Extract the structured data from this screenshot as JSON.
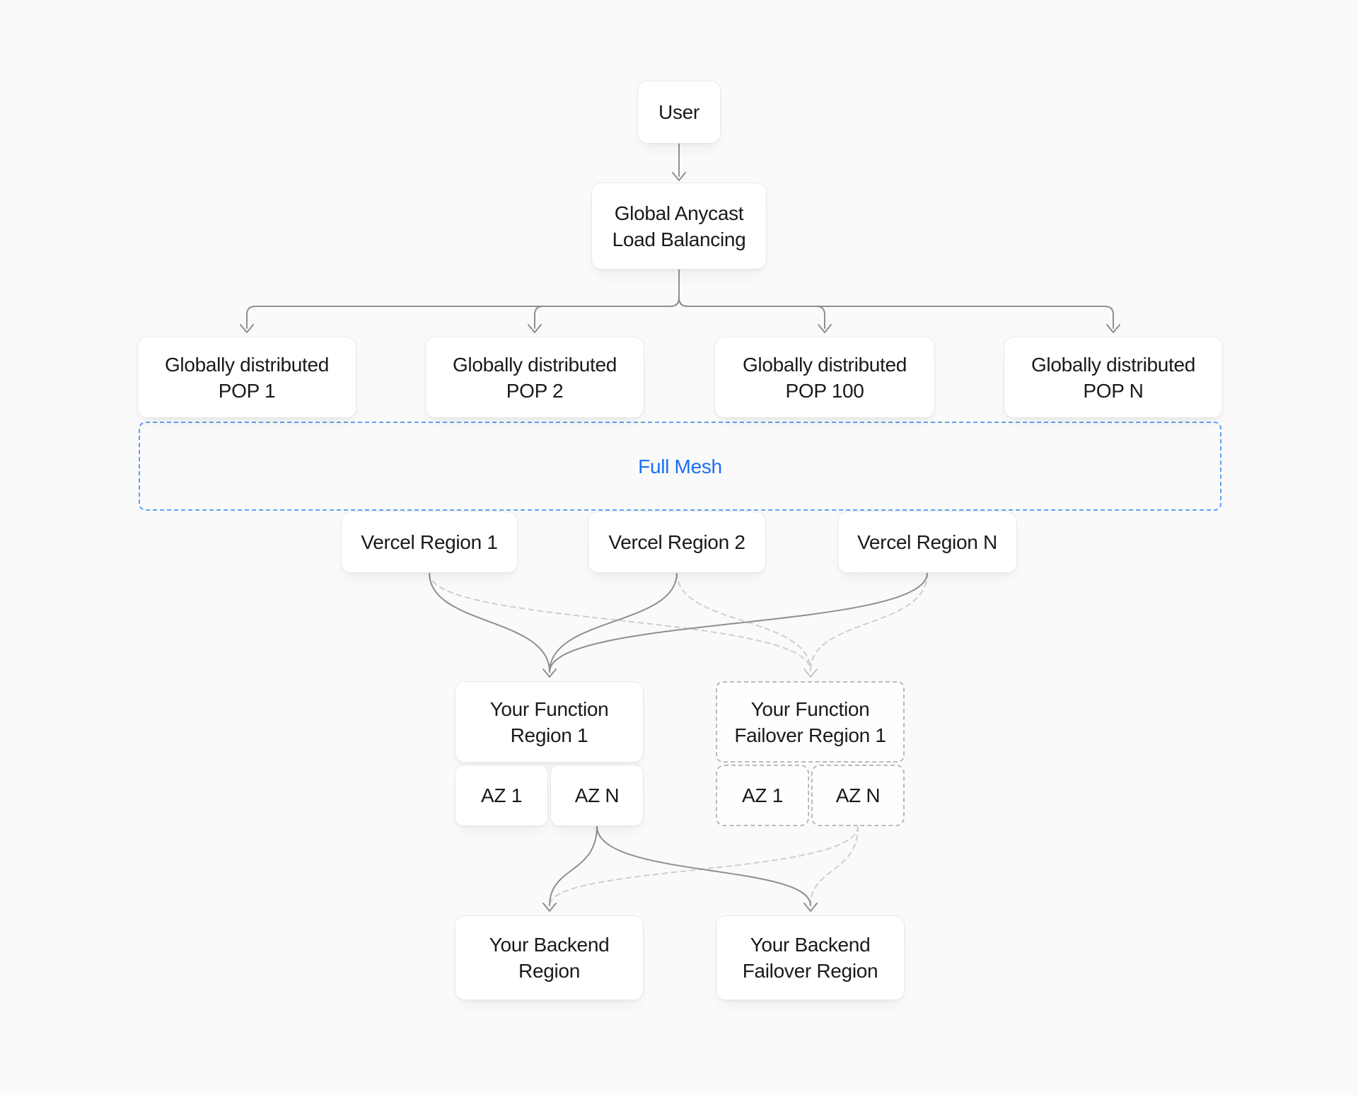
{
  "colors": {
    "background": "#fafafa",
    "box_background": "#ffffff",
    "box_border": "#e8e8e8",
    "dashed_box_border": "#bbbbbb",
    "text": "#1a1a1a",
    "accent_blue_text": "#1a6ff5",
    "mesh_border_blue": "#61a0f3",
    "solid_line": "#8f8f8f",
    "dashed_line": "#cfcfcf"
  },
  "diagram": {
    "user": {
      "label": "User"
    },
    "load_balancer": {
      "label": "Global Anycast\nLoad Balancing"
    },
    "pops": [
      {
        "label": "Globally distributed\nPOP 1"
      },
      {
        "label": "Globally distributed\nPOP 2"
      },
      {
        "label": "Globally distributed\nPOP 100"
      },
      {
        "label": "Globally distributed\nPOP N"
      }
    ],
    "full_mesh": {
      "label": "Full Mesh"
    },
    "vercel_regions": [
      {
        "label": "Vercel Region 1"
      },
      {
        "label": "Vercel Region 2"
      },
      {
        "label": "Vercel Region N"
      }
    ],
    "function_region": {
      "label": "Your Function\nRegion 1",
      "azs": [
        {
          "label": "AZ 1"
        },
        {
          "label": "AZ N"
        }
      ]
    },
    "function_failover_region": {
      "label": "Your Function\nFailover Region 1",
      "azs": [
        {
          "label": "AZ 1"
        },
        {
          "label": "AZ N"
        }
      ]
    },
    "backend_region": {
      "label": "Your Backend\nRegion"
    },
    "backend_failover_region": {
      "label": "Your Backend\nFailover Region"
    }
  }
}
